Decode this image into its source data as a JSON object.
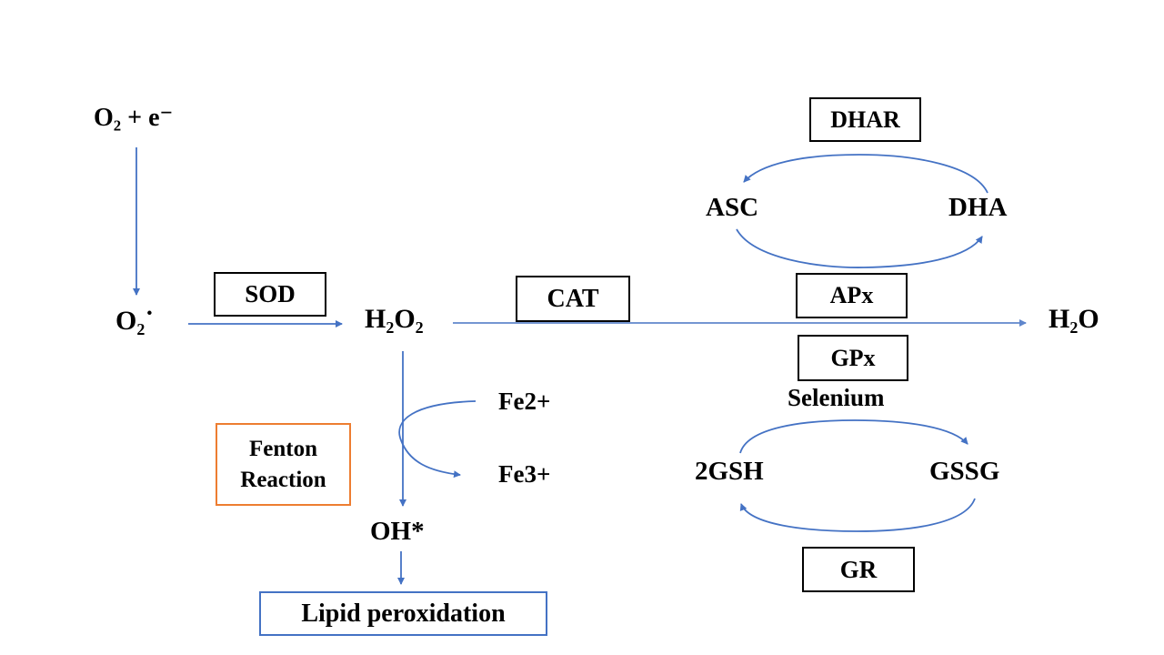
{
  "diagram": {
    "description": "Reactive oxygen species generation and antioxidant scavenging pathway",
    "colors": {
      "arrow_blue": "#4472C4",
      "enzyme_box_border": "#000000",
      "fenton_box_border": "#ED7D31",
      "lipid_box_border": "#4472C4",
      "text": "#000000",
      "background": "#FFFFFF"
    },
    "nodes": {
      "o2_electron": "O₂ + e⁻",
      "superoxide": "O₂˙",
      "h2o2": "H₂O₂",
      "h2o": "H₂O",
      "fe2": "Fe2+",
      "fe3": "Fe3+",
      "oh_radical": "OH*",
      "asc": "ASC",
      "dha": "DHA",
      "gsh2": "2GSH",
      "gssg": "GSSG",
      "selenium": "Selenium"
    },
    "enzyme_boxes": {
      "sod": "SOD",
      "cat": "CAT",
      "apx": "APx",
      "gpx": "GPx",
      "dhar": "DHAR",
      "gr": "GR"
    },
    "fenton_box": {
      "line1": "Fenton",
      "line2": "Reaction"
    },
    "lipid_box": {
      "label": "Lipid peroxidation"
    }
  }
}
